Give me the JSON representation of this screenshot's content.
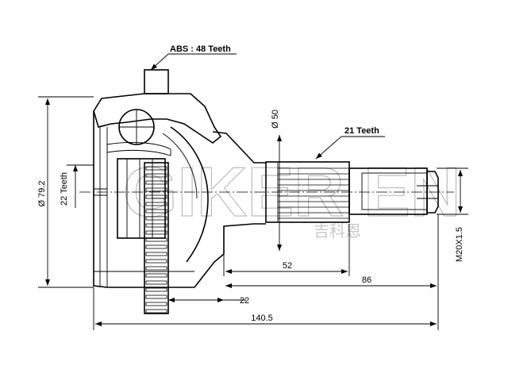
{
  "labels": {
    "abs": "ABS : 48 Teeth",
    "inner_teeth": "22 Teeth",
    "outer_teeth": "21 Teeth",
    "diameter_outer": "Ø 79.2",
    "diameter_shaft": "Ø 50",
    "thread": "M20X1.5",
    "dim_52": "52",
    "dim_86": "86",
    "dim_22": "22",
    "dim_140": "140.5"
  },
  "watermark": {
    "brand": "GIKER EN",
    "sub": "吉科恩"
  }
}
